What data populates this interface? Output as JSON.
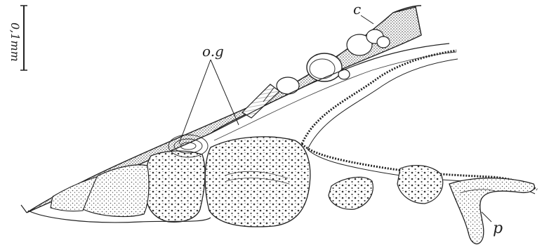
{
  "figure": {
    "scale_bar": {
      "label": "0,1mm"
    },
    "labels": {
      "c": "c",
      "og": "o.g",
      "p": "p"
    },
    "colors": {
      "ink": "#222222",
      "stipple": "#555555",
      "background": "#ffffff"
    }
  }
}
